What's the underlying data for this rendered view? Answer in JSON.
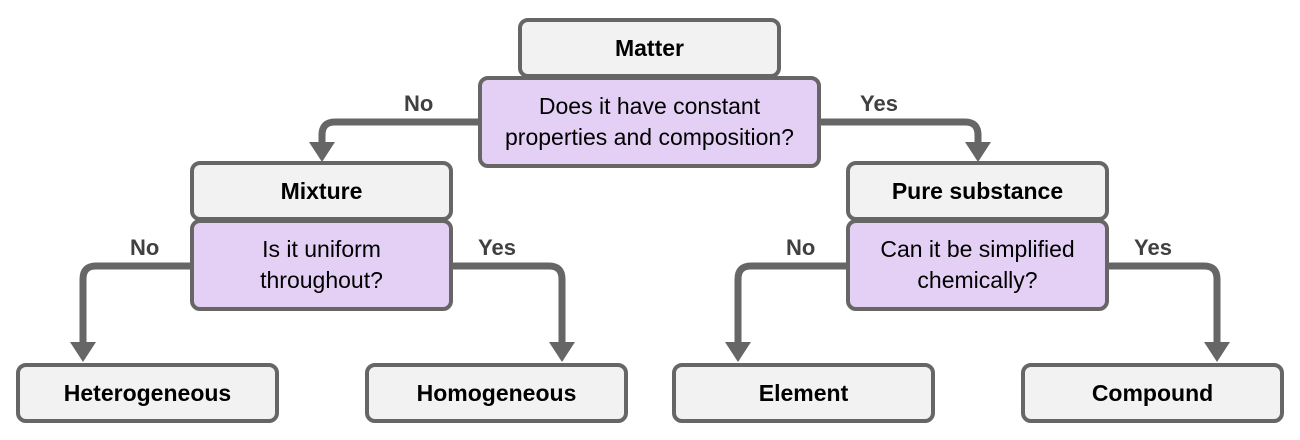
{
  "colors": {
    "node_fill": "#f2f2f2",
    "question_fill": "#e4d0f5",
    "stroke": "#666666",
    "label_text": "#404040"
  },
  "root": {
    "label": "Matter"
  },
  "q1": {
    "line1": "Does it have constant",
    "line2": "properties and composition?",
    "no_label": "No",
    "yes_label": "Yes"
  },
  "mixture": {
    "label": "Mixture",
    "question": {
      "line1": "Is it uniform",
      "line2": "throughout?",
      "no_label": "No",
      "yes_label": "Yes"
    },
    "no_child": "Heterogeneous",
    "yes_child": "Homogeneous"
  },
  "pure": {
    "label": "Pure substance",
    "question": {
      "line1": "Can it be simplified",
      "line2": "chemically?",
      "no_label": "No",
      "yes_label": "Yes"
    },
    "no_child": "Element",
    "yes_child": "Compound"
  }
}
